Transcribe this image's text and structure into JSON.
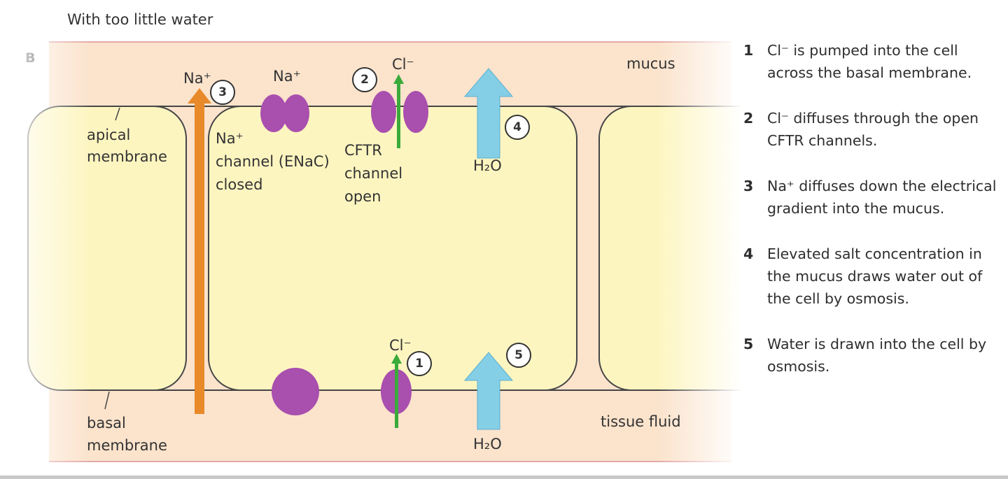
{
  "title": "With too little water",
  "panel_letter": "B",
  "regions": {
    "mucus": "mucus",
    "tissue_fluid": "tissue fluid"
  },
  "labels": {
    "apical_1": "apical",
    "apical_2": "membrane",
    "basal_1": "basal",
    "basal_2": "membrane",
    "na_arrow": "Na⁺",
    "na_enac": "Na⁺",
    "cl_top": "Cl⁻",
    "cl_bottom": "Cl⁻",
    "enac_1": "Na⁺",
    "enac_2": "channel (ENaC)",
    "enac_3": "closed",
    "cftr_1": "CFTR",
    "cftr_2": "channel",
    "cftr_3": "open",
    "h2o_top": "H₂O",
    "h2o_bottom": "H₂O"
  },
  "step_markers": [
    "1",
    "2",
    "3",
    "4",
    "5"
  ],
  "key": [
    {
      "n": "1",
      "text": "Cl⁻ is pumped into the cell across the basal membrane."
    },
    {
      "n": "2",
      "text": "Cl⁻ diffuses through the open CFTR channels."
    },
    {
      "n": "3",
      "text": "Na⁺ diffuses down the electrical gradient into the mucus."
    },
    {
      "n": "4",
      "text": "Elevated salt concentration in the mucus draws water out of the cell by osmosis."
    },
    {
      "n": "5",
      "text": "Water is drawn into the cell by osmosis."
    }
  ],
  "colors": {
    "mucus": "#fbe3cc",
    "cell": "#fdf5c0",
    "protein": "#a94fae",
    "na_arrow": "#e8892a",
    "cl_arrow": "#3aab3a",
    "water_arrow": "#84cfe6"
  }
}
